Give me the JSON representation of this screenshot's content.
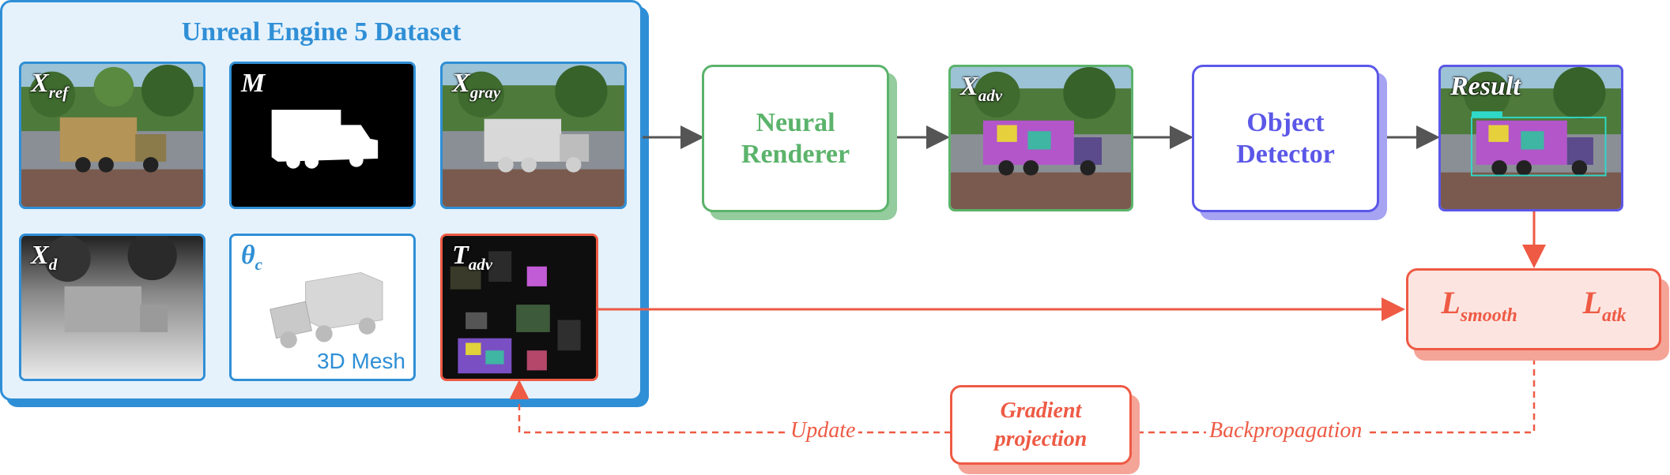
{
  "dataset": {
    "title": "Unreal Engine 5 Dataset",
    "tiles": [
      {
        "symbol": "X",
        "subscript": "ref"
      },
      {
        "symbol": "M",
        "subscript": ""
      },
      {
        "symbol": "X",
        "subscript": "gray"
      },
      {
        "symbol": "X",
        "subscript": "d"
      },
      {
        "symbol": "θ",
        "subscript": "c",
        "caption": "3D Mesh"
      },
      {
        "symbol": "T",
        "subscript": "adv"
      }
    ]
  },
  "renderer": {
    "line1": "Neural",
    "line2": "Renderer"
  },
  "adversarial": {
    "symbol": "X",
    "subscript": "adv"
  },
  "detector": {
    "line1": "Object",
    "line2": "Detector"
  },
  "result": {
    "label": "Result"
  },
  "losses": [
    {
      "symbol": "L",
      "subscript": "smooth"
    },
    {
      "symbol": "L",
      "subscript": "atk"
    }
  ],
  "gradient": {
    "line1": "Gradient",
    "line2": "projection"
  },
  "edges": {
    "update": "Update",
    "backprop": "Backpropagation"
  },
  "colors": {
    "blue": "#2f8fd6",
    "green": "#5bb36b",
    "purple": "#5b57e8",
    "red": "#ee5a44"
  }
}
